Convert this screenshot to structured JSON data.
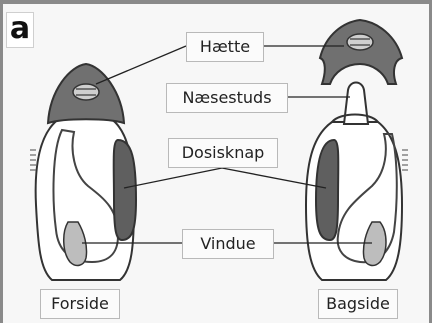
{
  "figure": {
    "panel_letter": "a",
    "labels": {
      "cap": "Hætte",
      "nozzle": "Næsestuds",
      "dose_button": "Dosisknap",
      "window": "Vindue",
      "front": "Forside",
      "back": "Bagside"
    },
    "colors": {
      "body": "#ffffff",
      "outline": "#333333",
      "cap_fill": "#707070",
      "button_fill": "#5f5f5f",
      "window_fill": "#bdbdbd",
      "frame": "#8a8a8a"
    }
  }
}
